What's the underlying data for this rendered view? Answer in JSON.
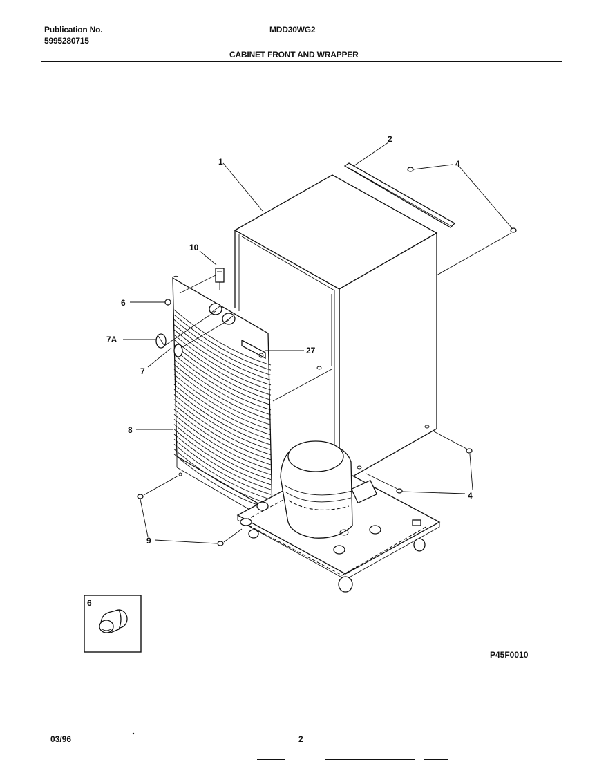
{
  "header": {
    "publication_label": "Publication No.",
    "publication_number": "5995280715",
    "model": "MDD30WG2",
    "section_title": "CABINET FRONT AND WRAPPER"
  },
  "callouts": {
    "c1": "1",
    "c2": "2",
    "c4a": "4",
    "c4b": "4",
    "c10": "10",
    "c6": "6",
    "c7A": "7A",
    "c7": "7",
    "c27": "27",
    "c8": "8",
    "c9": "9"
  },
  "inset": {
    "label": "6"
  },
  "drawing_code": "P45F0010",
  "footer": {
    "date": "03/96",
    "page": "2"
  }
}
